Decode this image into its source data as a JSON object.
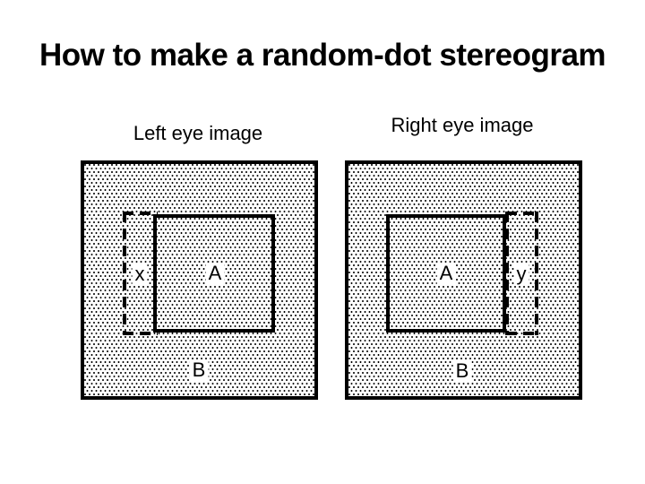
{
  "title": "How to make a random-dot stereogram",
  "panels": [
    {
      "label": "Left eye image",
      "outer_label": "B",
      "inner_label": "A",
      "strip_label": "x",
      "shift_direction": "left"
    },
    {
      "label": "Right eye image",
      "outer_label": "B",
      "inner_label": "A",
      "strip_label": "y",
      "shift_direction": "right"
    }
  ],
  "colors": {
    "ink": "#000000",
    "background": "#ffffff"
  }
}
